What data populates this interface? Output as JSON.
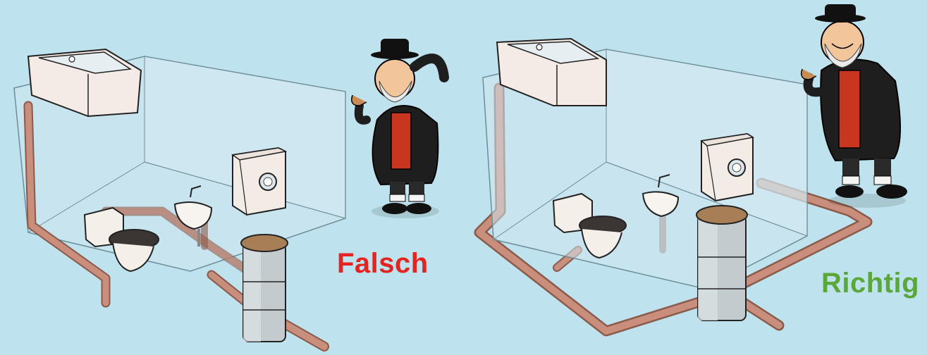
{
  "labels": {
    "wrong": "Falsch",
    "right": "Richtig"
  },
  "colors": {
    "background": "#bfe3ee",
    "wrong_label": "#e52421",
    "right_label": "#5aa83c",
    "pipe": "#c48a78"
  },
  "panels": [
    {
      "verdict": "wrong",
      "items": [
        "bathtub-icon",
        "washing-machine-icon",
        "sink-icon",
        "toilet-icon",
        "sewer-shaft-icon",
        "drain-pipe-icon",
        "man-with-pipe-illustration"
      ]
    },
    {
      "verdict": "right",
      "items": [
        "bathtub-icon",
        "washing-machine-icon",
        "sink-icon",
        "toilet-icon",
        "sewer-shaft-icon",
        "drain-pipe-icon",
        "man-with-pipe-illustration"
      ]
    }
  ]
}
